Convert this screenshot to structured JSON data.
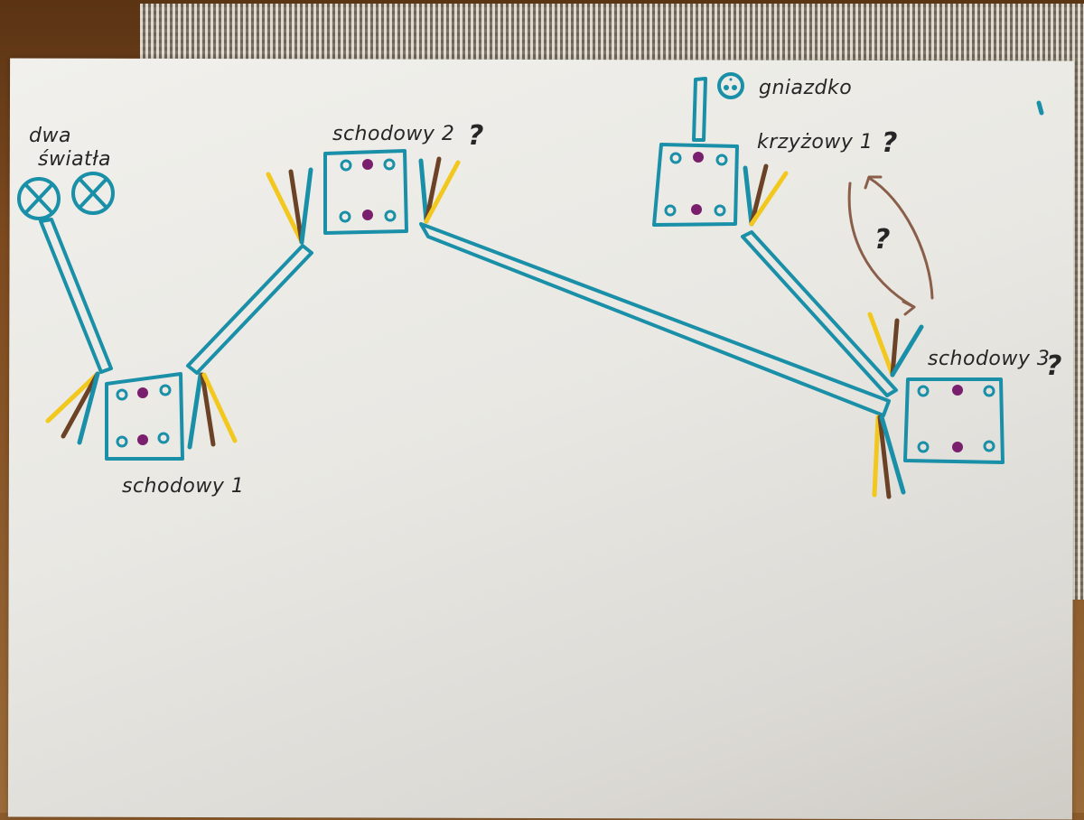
{
  "diagram": {
    "type": "hand-drawn electrical wiring sketch (staircase / cross switches)",
    "colors": {
      "cable": "#1a8fa8",
      "wire_brown": "#6b4226",
      "wire_yellow": "#f2c81e",
      "terminal_live": "#7a1f6e",
      "ink": "#262626",
      "question_brown": "#a06a50"
    },
    "labels": {
      "lamps": "dwa",
      "lamps_line2": "światła",
      "switch1": "schodowy 1",
      "switch2": "schodowy 2",
      "switch2_q": "?",
      "socket": "gniazdko",
      "cross1": "krzyżowy 1",
      "cross1_q": "?",
      "switch3": "schodowy 3",
      "switch3_q": "?",
      "swap_q": "?"
    },
    "nodes": [
      {
        "id": "lamps",
        "label": "dwa światła",
        "shape": "two-circles-with-x"
      },
      {
        "id": "switch1",
        "label": "schodowy 1",
        "shape": "box-6-terminals"
      },
      {
        "id": "switch2",
        "label": "schodowy 2 ?",
        "shape": "box-6-terminals"
      },
      {
        "id": "cross1",
        "label": "krzyżowy 1 ?",
        "shape": "box-6-terminals"
      },
      {
        "id": "socket",
        "label": "gniazdko",
        "shape": "circle-socket"
      },
      {
        "id": "switch3",
        "label": "schodowy 3 ?",
        "shape": "box-6-terminals"
      }
    ],
    "edges": [
      {
        "from": "lamps",
        "to": "switch1",
        "kind": "cable"
      },
      {
        "from": "switch1",
        "to": "switch2",
        "kind": "cable"
      },
      {
        "from": "switch2",
        "to": "switch3",
        "kind": "cable"
      },
      {
        "from": "cross1",
        "to": "switch3",
        "kind": "cable"
      },
      {
        "from": "socket",
        "to": "cross1",
        "kind": "cable"
      },
      {
        "from": "cross1",
        "to": "switch3",
        "kind": "double-arrow-question"
      }
    ]
  }
}
